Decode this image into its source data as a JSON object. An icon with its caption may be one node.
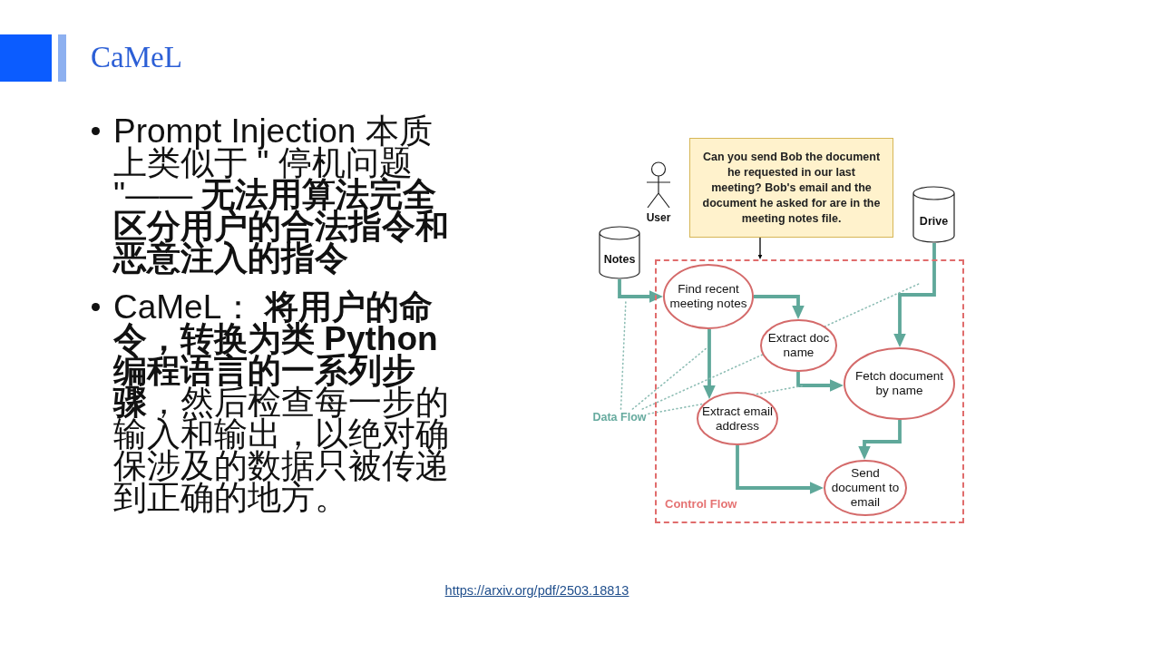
{
  "diagram": {
    "title": "CaMeL",
    "nodes": [
      {
        "text": [
          "Can you send Bob the document he requested in our last meeting? Bob's email and the document he asked for are in the meeting notes file."
        ]
      },
      {
        "text": [
          "User"
        ]
      },
      {
        "text": [
          "Drive"
        ]
      },
      {
        "text": [
          "Notes"
        ]
      },
      {
        "text": [
          "Control Flow"
        ]
      },
      {
        "text": [
          "Find recent meeting notes"
        ],
        "in": 4
      },
      {
        "text": [
          "Extract doc name"
        ],
        "in": 4
      },
      {
        "text": [
          "Fetch document by name"
        ],
        "in": 4
      },
      {
        "text": [
          "Extract email address"
        ],
        "in": 4
      },
      {
        "text": [
          "Send document to email"
        ],
        "in": 4
      },
      {
        "text": [
          "Data Flow"
        ]
      }
    ],
    "edges": [
      {
        "from": 3,
        "to": 5,
        "arrow": "to"
      },
      {
        "from": 5,
        "to": 6,
        "arrow": "to"
      },
      {
        "from": 5,
        "to": 8,
        "arrow": "to"
      },
      {
        "from": 2,
        "to": 7,
        "arrow": "to"
      },
      {
        "from": 6,
        "to": 7,
        "arrow": "to"
      },
      {
        "from": 7,
        "to": 9,
        "arrow": "to"
      },
      {
        "from": 8,
        "to": 9,
        "arrow": "to"
      },
      {
        "from": 0,
        "to": 4,
        "arrow": "to",
        "color": "#000000"
      },
      {
        "from": 10,
        "to": null,
        "arrow": "none",
        "style": "dashed",
        "color": "#8dbdb4"
      },
      {
        "from": 10,
        "to": null,
        "arrow": "none",
        "style": "dashed",
        "color": "#8dbdb4"
      },
      {
        "from": 10,
        "to": null,
        "arrow": "none",
        "style": "dashed",
        "color": "#8dbdb4"
      },
      {
        "from": 10,
        "to": null,
        "arrow": "none",
        "style": "dashed",
        "color": "#8dbdb4"
      }
    ],
    "labels": [
      "Prompt Injection 本质上类似于 \" 停机问题 \"—— **无法用算法完全区分用户的合法指令和恶意注入的指令**",
      "CaMeL： **将用户的命令，转换为类 Python 编程语言的一系列步骤**，然后检查每一步的输入和输出，以绝对确保涉及的数据只被传递到正确的地方。",
      "https://arxiv.org/pdf/2503.18813"
    ]
  }
}
